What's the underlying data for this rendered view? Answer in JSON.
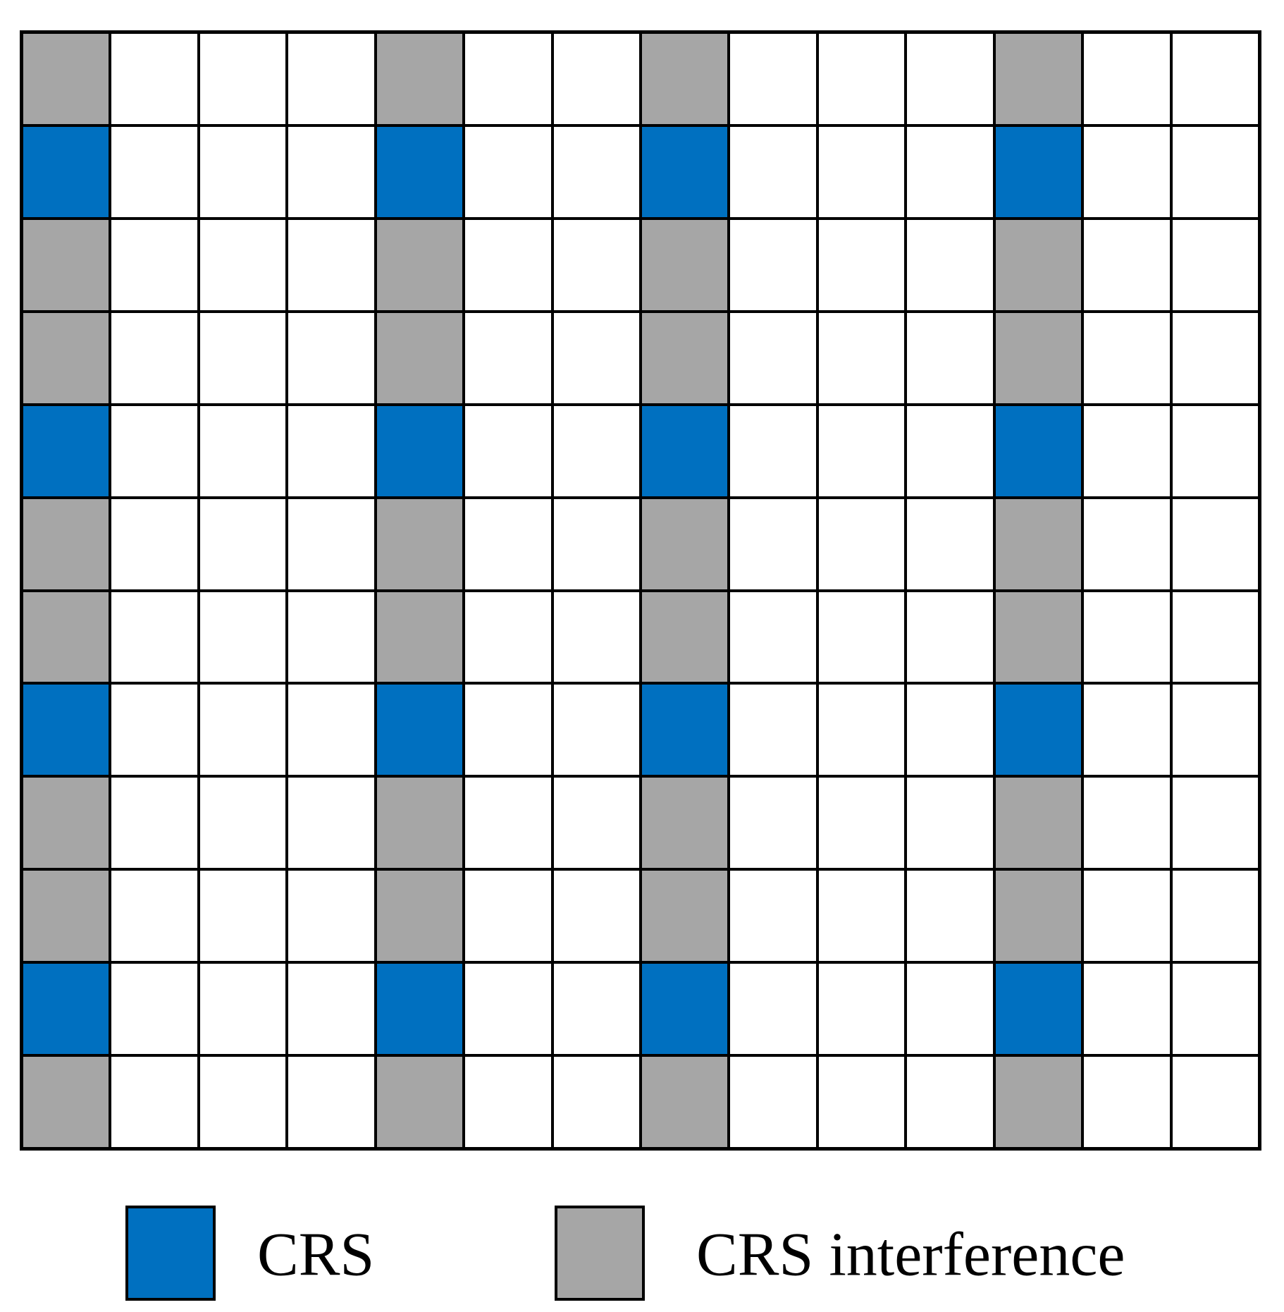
{
  "figure": {
    "type": "resource-grid-diagram",
    "description": "Resource grid showing CRS resource elements and CRS interference positions"
  },
  "colors": {
    "crs_blue": "#0070C0",
    "interference_gray": "#A6A6A6",
    "grid_line": "#000000",
    "empty_cell": "#FFFFFF"
  },
  "grid": {
    "columns": 14,
    "rows": 12,
    "colored_columns": [
      0,
      4,
      7,
      11
    ],
    "crs_rows": [
      1,
      4,
      7,
      10
    ],
    "interference_rows": [
      0,
      2,
      3,
      5,
      6,
      8,
      9,
      11
    ],
    "cell_codes_legend": {
      "B": "CRS",
      "G": "CRS interference",
      "W": "empty"
    },
    "cells": [
      "GWWWGWWGWWWGWW",
      "BWWWBWWBWWWBWW",
      "GWWWGWWGWWWGWW",
      "GWWWGWWGWWWGWW",
      "BWWWBWWBWWWBWW",
      "GWWWGWWGWWWGWW",
      "GWWWGWWGWWWGWW",
      "BWWWBWWBWWWBWW",
      "GWWWGWWGWWWGWW",
      "GWWWGWWGWWWGWW",
      "BWWWBWWBWWWBWW",
      "GWWWGWWGWWWGWW"
    ]
  },
  "legend": {
    "items": [
      {
        "label": "CRS",
        "color": "#0070C0"
      },
      {
        "label": "CRS interference",
        "color": "#A6A6A6"
      }
    ]
  }
}
